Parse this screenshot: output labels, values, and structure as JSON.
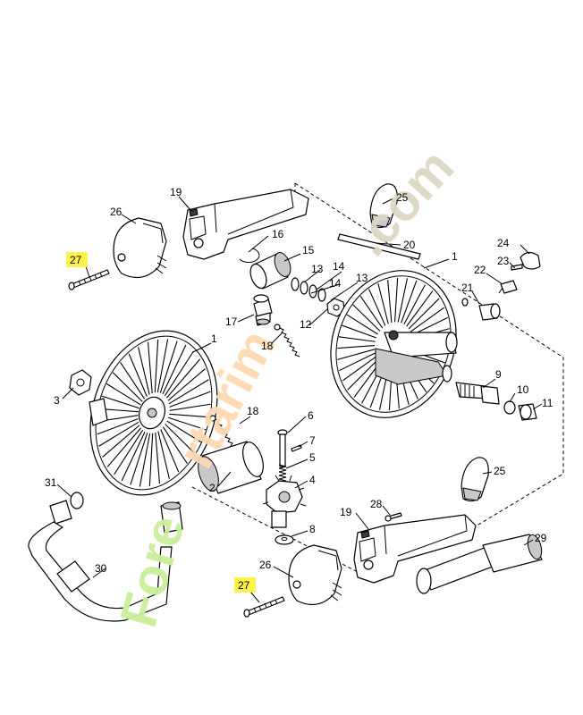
{
  "watermark": {
    "part1": "Fore",
    "part2": "rtarim",
    "part3": ".com",
    "colors": {
      "green": "#c9ee9a",
      "orange": "#ffd9b0",
      "tan": "#ddd6c4"
    }
  },
  "highlight_color": "#fff24a",
  "callouts": {
    "c19a": "19",
    "c26a": "26",
    "c27a": "27",
    "c16": "16",
    "c15": "15",
    "c25a": "25",
    "c20": "20",
    "c1a": "1",
    "c24": "24",
    "c23": "23",
    "c22": "22",
    "c21": "21",
    "c13a": "13",
    "c14a": "14",
    "c14b": "14",
    "c13b": "13",
    "c17": "17",
    "c12": "12",
    "c18a": "18",
    "c1b": "1",
    "c3": "3",
    "c9": "9",
    "c10": "10",
    "c11": "11",
    "c18b": "18",
    "c6": "6",
    "c7": "7",
    "c5": "5",
    "c2": "2",
    "c4": "4",
    "c25b": "25",
    "c31": "31",
    "c28": "28",
    "c19b": "19",
    "c8": "8",
    "c29": "29",
    "c30": "30",
    "c26b": "26",
    "c27b": "27"
  }
}
